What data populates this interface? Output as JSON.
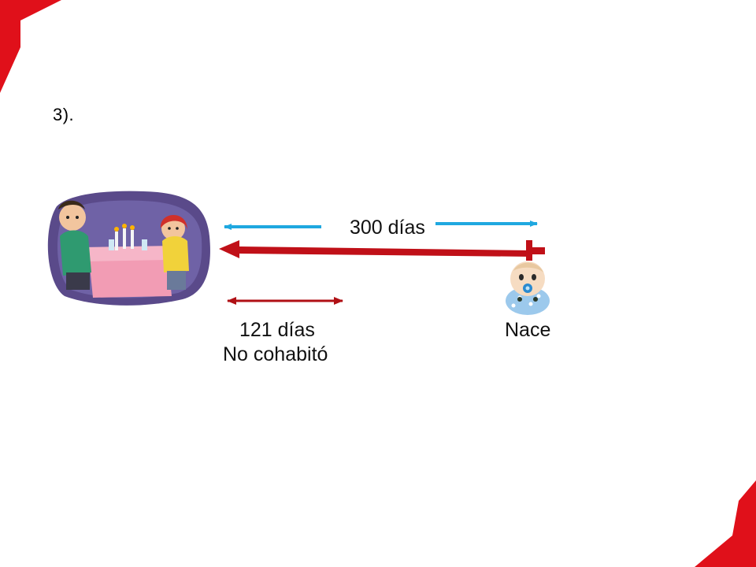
{
  "slide": {
    "label": "3)."
  },
  "timeline": {
    "total_label": "300 días",
    "period_label": "121 días",
    "period_caption": "No cohabitó",
    "end_label": "Nace"
  },
  "colors": {
    "brand_red": "#e0101a",
    "arrow_blue": "#1fa8e0",
    "arrow_dark_red": "#b01015",
    "arrow_main_red": "#c01018"
  },
  "icons": {
    "couple": "couple-dinner-illustration",
    "baby": "baby-illustration"
  }
}
